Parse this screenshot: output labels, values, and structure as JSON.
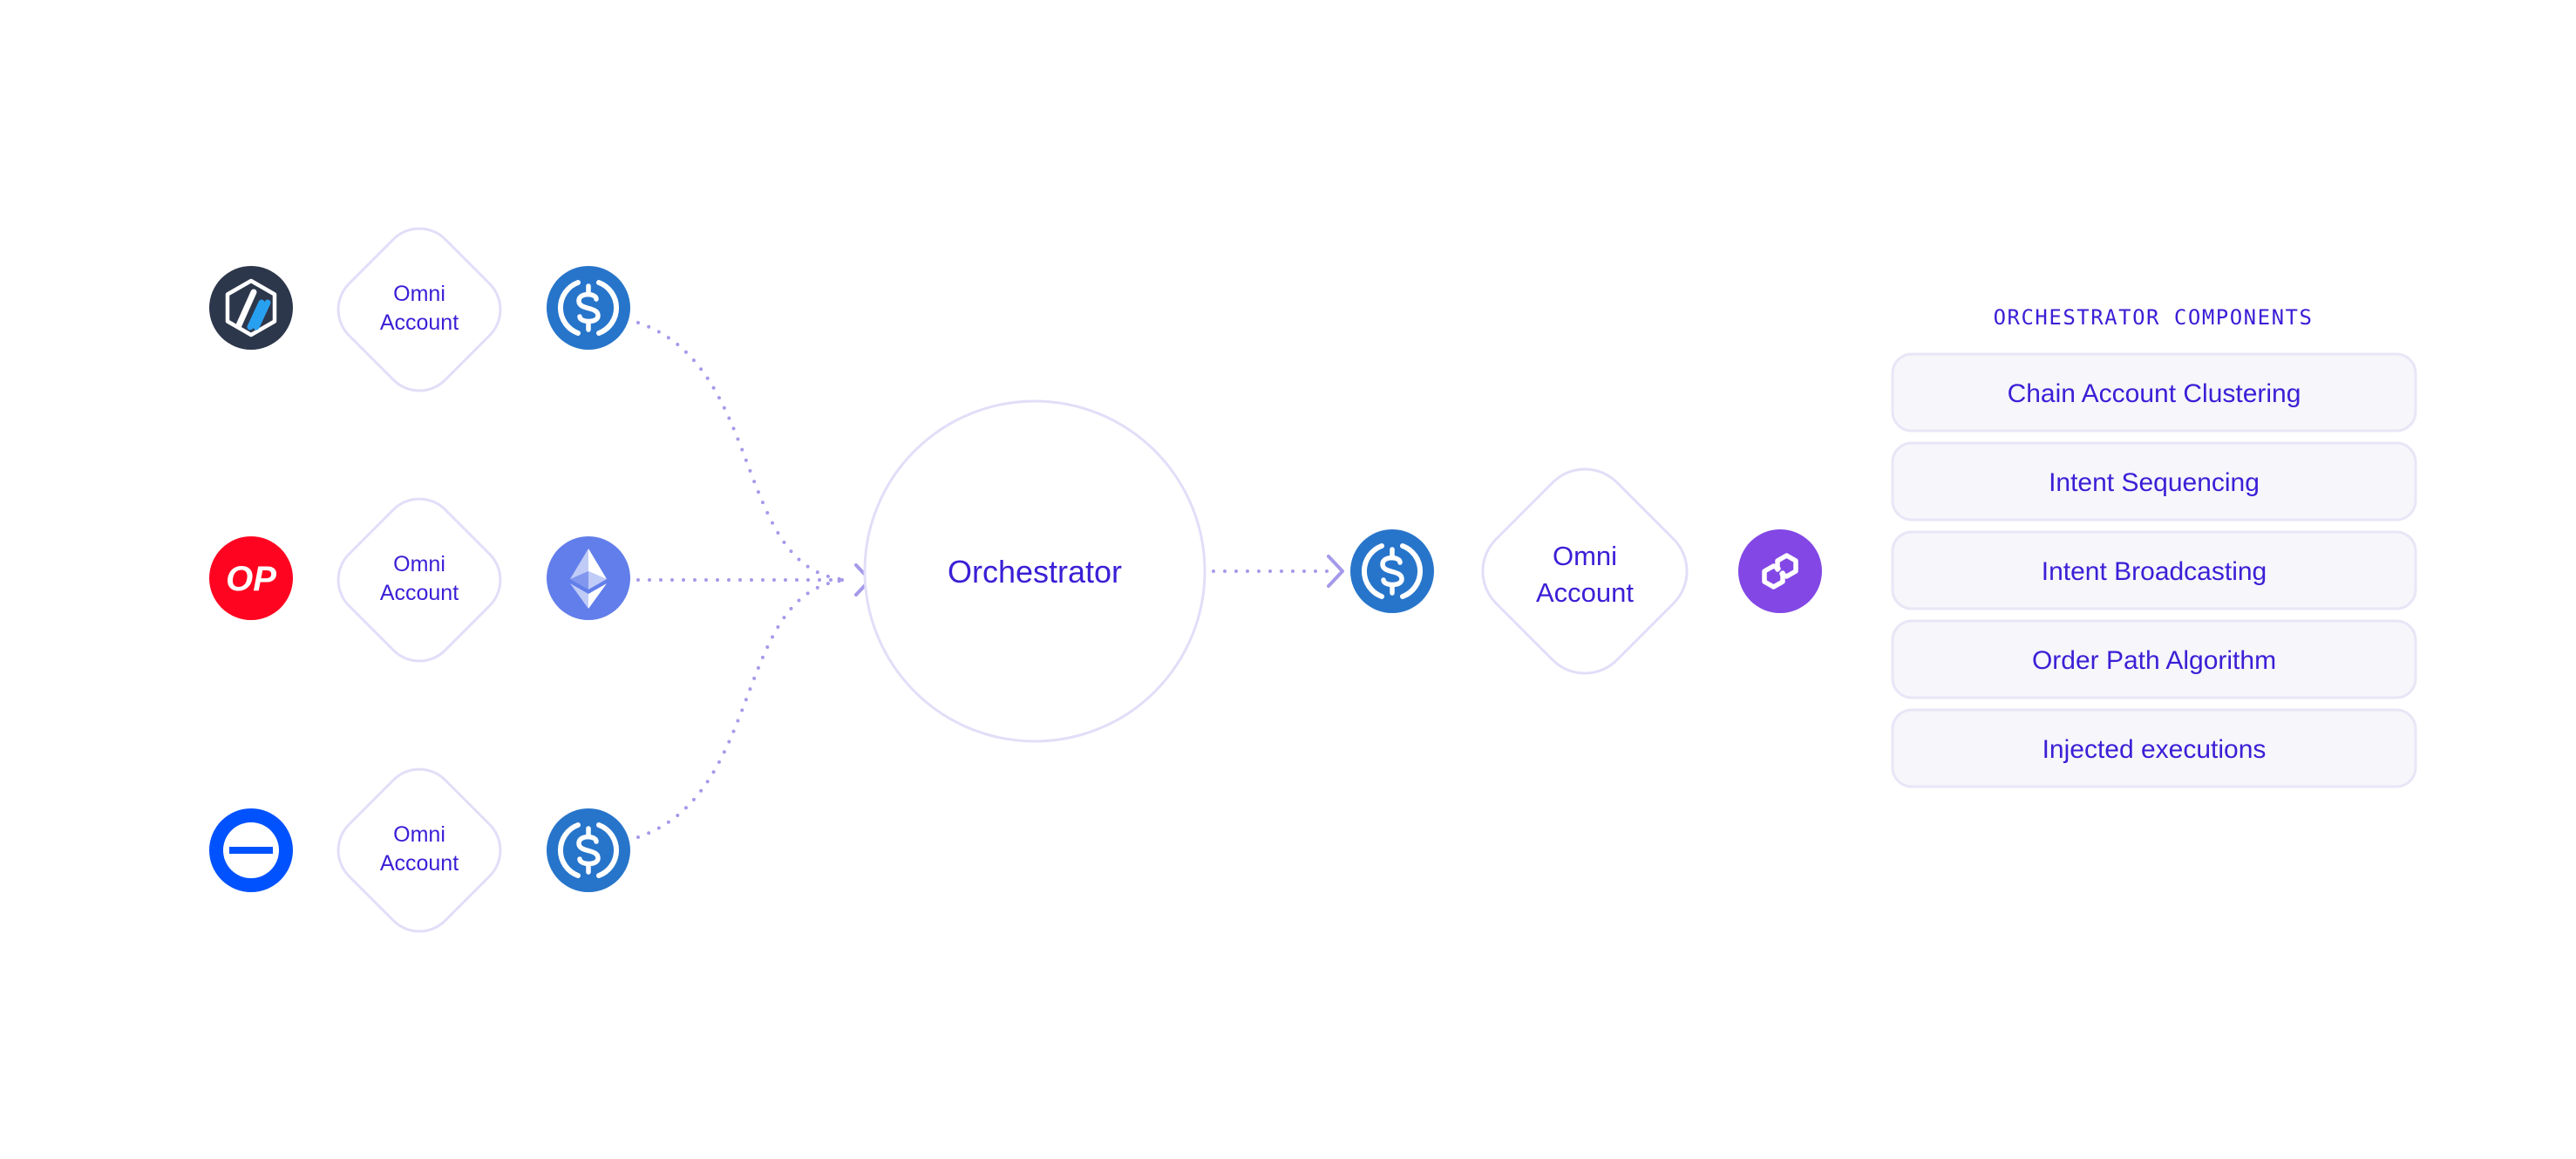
{
  "diagram": {
    "source_accounts": [
      {
        "chain_icon": "arbitrum-icon",
        "label_line1": "Omni",
        "label_line2": "Account",
        "token_icon": "usdc-icon"
      },
      {
        "chain_icon": "optimism-icon",
        "chain_text": "OP",
        "label_line1": "Omni",
        "label_line2": "Account",
        "token_icon": "ethereum-icon"
      },
      {
        "chain_icon": "base-icon",
        "label_line1": "Omni",
        "label_line2": "Account",
        "token_icon": "usdc-icon"
      }
    ],
    "orchestrator": {
      "label": "Orchestrator"
    },
    "destination": {
      "token_icon": "usdc-icon",
      "label_line1": "Omni",
      "label_line2": "Account",
      "chain_icon": "polygon-icon"
    },
    "components": {
      "heading": "ORCHESTRATOR COMPONENTS",
      "items": [
        "Chain Account Clustering",
        "Intent Sequencing",
        "Intent Broadcasting",
        "Order Path Algorithm",
        "Injected executions"
      ]
    }
  },
  "colors": {
    "text_purple": "#3a1fd6",
    "connector": "#a49aea",
    "outline": "#e2def8",
    "panel_fill": "#f6f6fb",
    "arbitrum_bg": "#2d374b",
    "arbitrum_accent": "#28a0f0",
    "optimism_red": "#ff0420",
    "base_blue": "#0052ff",
    "usdc_blue": "#2775ca",
    "eth_purple": "#627eea",
    "polygon_purple": "#8247e5"
  }
}
